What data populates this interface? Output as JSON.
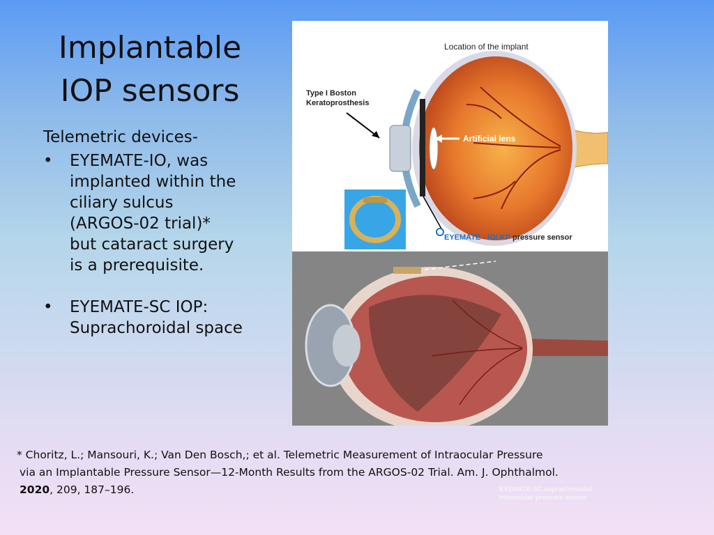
{
  "slide": {
    "title_line1": "Implantable",
    "title_line2": "IOP sensors",
    "intro": "Telemetric devices-",
    "bullet_symbol": "•",
    "bullets": [
      {
        "lines": [
          "EYEMATE-IO, was",
          "implanted within the",
          "ciliary sulcus",
          "(ARGOS-02 trial)*",
          "but cataract surgery",
          "is a prerequisite."
        ]
      },
      {
        "lines": [
          "EYEMATE-SC IOP:",
          "Suprachoroidal space"
        ]
      }
    ]
  },
  "figure": {
    "top_panel": {
      "label_location": "Location of the implant",
      "label_kpro_line1": "Type I Boston",
      "label_kpro_line2": "Keratoprosthesis",
      "label_lens": "Artificial lens",
      "label_sensor_brand": "EYEMATE - IO/ KP",
      "label_sensor_rest": " pressure sensor",
      "colors": {
        "eye_outer": "#c9501f",
        "eye_inner": "#f29a3a",
        "sensor_ring": "#d8b25a",
        "inset_bg": "#38a6e6"
      }
    },
    "bottom_panel": {
      "label_line1": "EYEMATE-SC suprachoroidal",
      "label_line2": "intraocular pressure sensor",
      "colors": {
        "retina": "#b8574f",
        "background": "#858585"
      }
    }
  },
  "citation": {
    "line1": "* Choritz, L.; Mansouri, K.; Van Den Bosch,; et al. Telemetric Measurement of Intraocular Pressure",
    "line2": "via an Implantable Pressure Sensor—12-Month Results from the ARGOS-02 Trial. Am. J. Ophthalmol.",
    "year": "2020",
    "line3_rest": ", 209, 187–196."
  }
}
